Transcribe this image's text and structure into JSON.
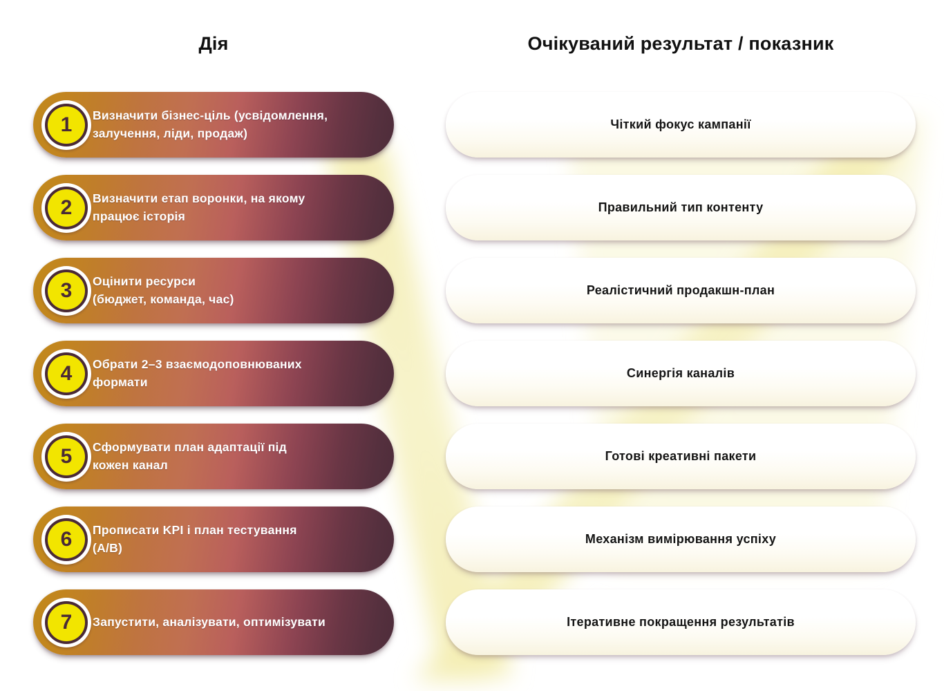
{
  "headers": {
    "left": "Дія",
    "right": "Очікуваний результат / показник"
  },
  "colors": {
    "pill_gradient_start": "#c1891b",
    "pill_gradient_mid": "#c06f52",
    "pill_gradient_end": "#4e2d3a",
    "badge_fill": "#f2e500",
    "badge_ring": "#4a2a36",
    "badge_outer": "#ffffff",
    "card_background": "#ffffff",
    "card_tint": "#f8f3df",
    "glow": "#f4eeb4",
    "text_on_pill": "#ffffff",
    "text_on_card": "#141414",
    "header_text": "#111111",
    "page_background": "#ffffff"
  },
  "steps": [
    {
      "number": "1",
      "lines": [
        "Визначити бізнес-ціль (усвідомлення,",
        "залучення, ліди, продаж)"
      ]
    },
    {
      "number": "2",
      "lines": [
        "Визначити етап воронки, на якому",
        "працює історія"
      ]
    },
    {
      "number": "3",
      "lines": [
        "Оцінити ресурси",
        "(бюджет, команда, час)"
      ]
    },
    {
      "number": "4",
      "lines": [
        "Обрати 2–3 взаємодоповнюваних",
        "формати"
      ]
    },
    {
      "number": "5",
      "lines": [
        "Сформувати план адаптації під",
        "кожен канал"
      ]
    },
    {
      "number": "6",
      "lines": [
        "Прописати KPI і план тестування",
        "(A/B)"
      ]
    },
    {
      "number": "7",
      "lines": [
        "Запустити, аналізувати, оптимізувати"
      ]
    }
  ],
  "results": [
    {
      "label": "Чіткий фокус кампанії"
    },
    {
      "label": "Правильний тип контенту"
    },
    {
      "label": "Реалістичний продакшн-план"
    },
    {
      "label": "Синергія каналів"
    },
    {
      "label": "Готові креативні пакети"
    },
    {
      "label": "Механізм вимірювання успіху"
    },
    {
      "label": "Ітеративне покращення результатів"
    }
  ]
}
